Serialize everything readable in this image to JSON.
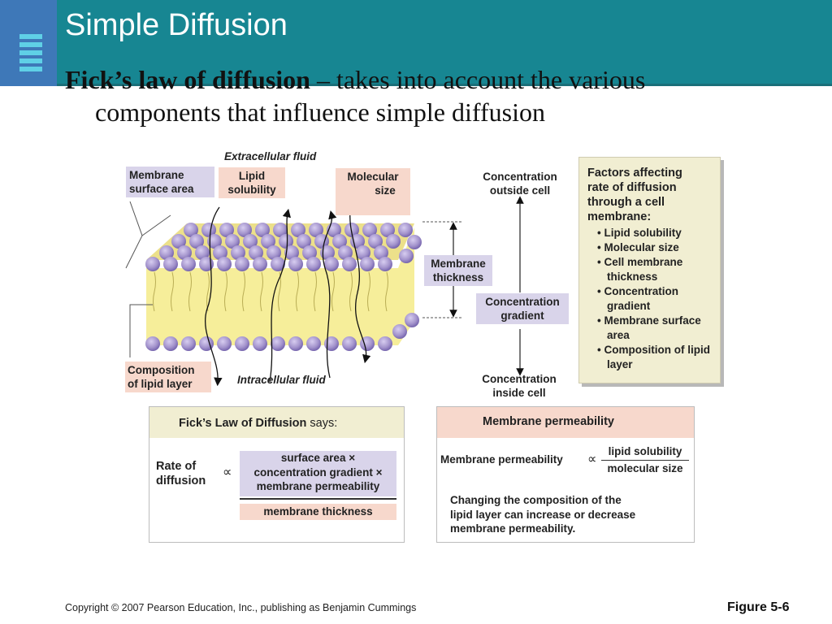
{
  "slide": {
    "title": "Simple Diffusion",
    "subtitle_bold": "Fick’s law of diffusion",
    "subtitle_rest": " – takes into account the various",
    "subtitle_line2": "components that influence simple diffusion"
  },
  "colors": {
    "header": "#178692",
    "logo": "#3e78b8",
    "pink_box": "#f7d8cc",
    "lavender_box": "#d9d4ea",
    "cream_box": "#f1eed2",
    "membrane_core": "#f6ee9a",
    "lipid_head": "#a393cc"
  },
  "figure": {
    "extracellular": "Extracellular fluid",
    "intracellular": "Intracellular fluid",
    "membrane_surface": [
      "Membrane",
      "surface area"
    ],
    "lipid_solubility": [
      "Lipid",
      "solubility"
    ],
    "molecular_size": [
      "Molecular",
      "size"
    ],
    "membrane_thickness": [
      "Membrane",
      "thickness"
    ],
    "composition": [
      "Composition",
      "of lipid layer"
    ],
    "conc_outside": [
      "Concentration",
      "outside cell"
    ],
    "conc_gradient": [
      "Concentration",
      "gradient"
    ],
    "conc_inside": [
      "Concentration",
      "inside cell"
    ]
  },
  "factors": {
    "title": [
      "Factors affecting",
      "rate of diffusion",
      "through a cell",
      "membrane:"
    ],
    "items": [
      "• Lipid solubility",
      "• Molecular size",
      "• Cell membrane thickness",
      "• Concentration gradient",
      "• Membrane surface area",
      "• Composition of lipid layer"
    ]
  },
  "fick": {
    "heading_bold": "Fick’s Law of Diffusion",
    "heading_rest": " says:",
    "rate_line1": "Rate of",
    "rate_line2": "diffusion",
    "proportional": "∝",
    "num1": "surface area ×",
    "num2": "concentration gradient ×",
    "num3": "membrane permeability",
    "den": "membrane thickness"
  },
  "permeability": {
    "heading": "Membrane permeability",
    "lhs": "Membrane permeability",
    "proportional": "∝",
    "num": "lipid solubility",
    "den": "molecular size",
    "note": [
      "Changing the composition of the",
      "lipid layer can increase or decrease",
      "membrane permeability."
    ]
  },
  "footer": {
    "copyright": "Copyright © 2007 Pearson Education, Inc., publishing as Benjamin Cummings",
    "figure": "Figure 5-6"
  }
}
